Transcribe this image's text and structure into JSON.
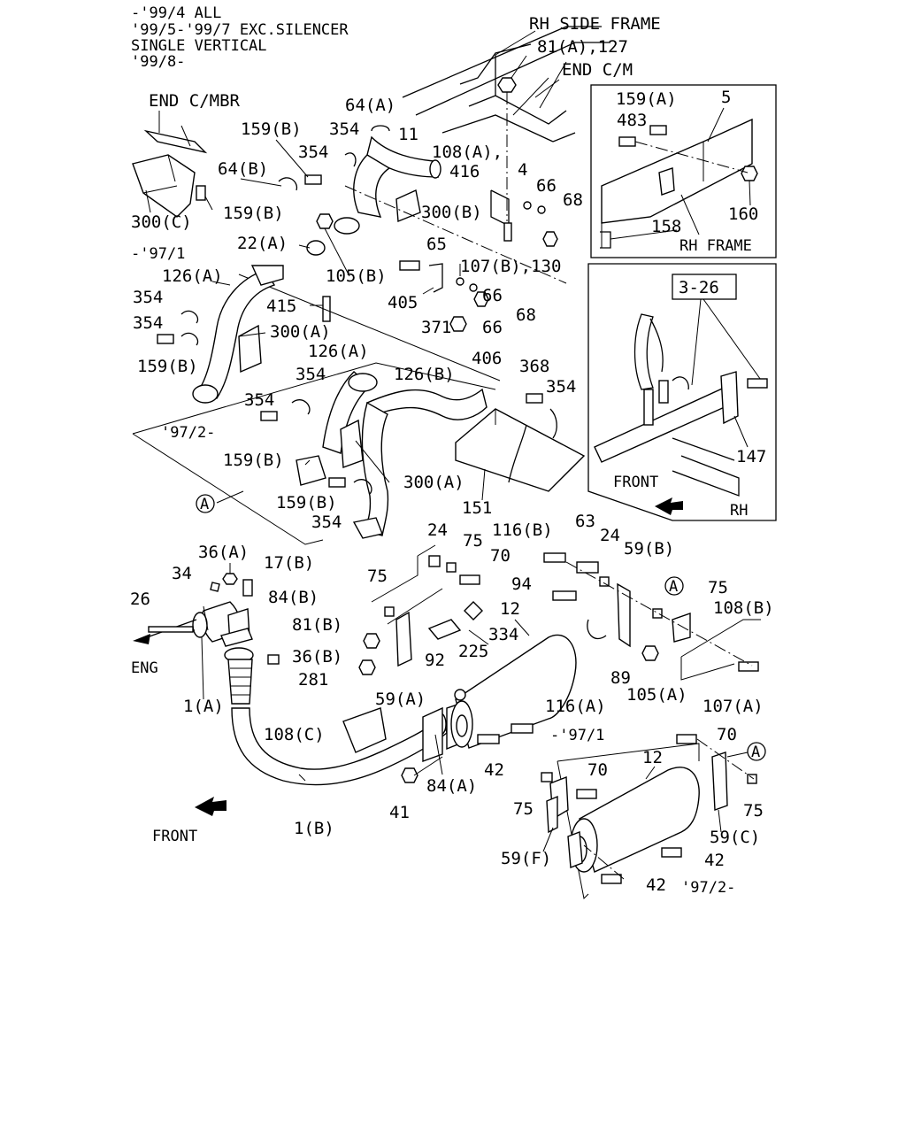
{
  "header": {
    "line1": "-'99/4 ALL",
    "line2": "'99/5-'99/7 EXC.SILENCER",
    "line3": "SINGLE VERTICAL",
    "line4": "'99/8-"
  },
  "callouts": {
    "rh_side_frame": "RH SIDE FRAME",
    "c81a_127": "81(A),127",
    "end_cm": "END C/M",
    "end_cmbr": "END C/MBR",
    "c64a": "64(A)",
    "c159b_top": "159(B)",
    "c354_a": "354",
    "c354_b": "354",
    "c11": "11",
    "c108a": "108(A),",
    "c416": "416",
    "c4": "4",
    "c66_top": "66",
    "c68_top": "68",
    "c64b": "64(B)",
    "c300c": "300(C)",
    "c159b_2": "159(B)",
    "c300b": "300(B)",
    "c22a": "22(A)",
    "c97_1_a": "-'97/1",
    "c126a_top": "126(A)",
    "c105b": "105(B)",
    "c65": "65",
    "c107b_130": "107(B),130",
    "c354_c": "354",
    "c405": "405",
    "c415": "415",
    "c66_mid": "66",
    "c68_mid": "68",
    "c354_d": "354",
    "c300a_top": "300(A)",
    "c371": "371",
    "c66_low": "66",
    "c159b_3": "159(B)",
    "c406": "406",
    "c126a_mid": "126(A)",
    "c126b": "126(B)",
    "c368": "368",
    "c354_e": "354",
    "c354_f": "354",
    "c354_g": "354",
    "c97_2_a": "'97/2-",
    "c159b_4": "159(B)",
    "c300a_mid": "300(A)",
    "c151": "151",
    "c159b_5": "159(B)",
    "c354_h": "354",
    "circle_a": "A",
    "c24_a": "24",
    "c75_a": "75",
    "c116b": "116(B)",
    "c63": "63",
    "c24_b": "24",
    "c59b": "59(B)",
    "c36a": "36(A)",
    "c70_a": "70",
    "c34": "34",
    "c17b": "17(B)",
    "c75_b": "75",
    "c94": "94",
    "c75_c": "75",
    "c26": "26",
    "c84b": "84(B)",
    "c12_a": "12",
    "c108b": "108(B)",
    "c81b": "81(B)",
    "c334": "334",
    "eng": "ENG",
    "c36b": "36(B)",
    "c92": "92",
    "c225": "225",
    "c281": "281",
    "c89": "89",
    "c105a": "105(A)",
    "c107a": "107(A)",
    "c1a": "1(A)",
    "c59a": "59(A)",
    "c116a": "116(A)",
    "c97_1_b": "-'97/1",
    "c108c": "108(C)",
    "c70_b": "70",
    "c42_a": "42",
    "c12_b": "12",
    "c84a": "84(A)",
    "c70_c": "70",
    "c41": "41",
    "c75_d": "75",
    "c75_e": "75",
    "front_main": "FRONT",
    "c1b": "1(B)",
    "c59c": "59(C)",
    "c59f": "59(F)",
    "c42_b": "42",
    "c42_c": "42",
    "c97_2_b": "'97/2-"
  },
  "inset_frame": {
    "c159a": "159(A)",
    "c5": "5",
    "c483": "483",
    "c160": "160",
    "c158": "158",
    "rh_frame": "RH FRAME"
  },
  "inset_ref": {
    "ref_box": "3-26",
    "c147": "147",
    "front": "FRONT",
    "rh": "RH"
  }
}
